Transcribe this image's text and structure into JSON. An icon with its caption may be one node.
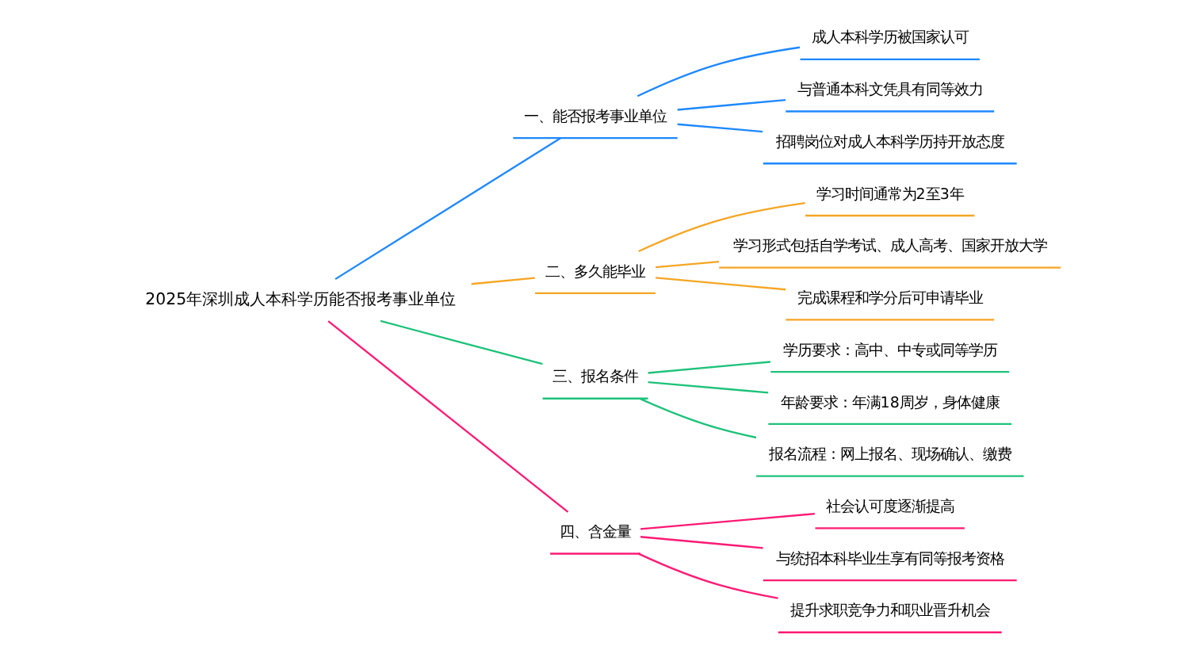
{
  "diagram": {
    "nodes": [
      {
        "text": [
          "2025年深圳成人本科学历能否报考事业单位"
        ]
      },
      {
        "text": [
          "一、能否报考事业单位"
        ]
      },
      {
        "text": [
          "成人本科学历被国家认可"
        ]
      },
      {
        "text": [
          "与普通本科文凭具有同等效力"
        ]
      },
      {
        "text": [
          "招聘岗位对成人本科学历持开放态度"
        ]
      },
      {
        "text": [
          "二、多久能毕业"
        ]
      },
      {
        "text": [
          "学习时间通常为2至3年"
        ]
      },
      {
        "text": [
          "学习形式包括自学考试、成人高考、国家开放大学"
        ]
      },
      {
        "text": [
          "完成课程和学分后可申请毕业"
        ]
      },
      {
        "text": [
          "三、报名条件"
        ]
      },
      {
        "text": [
          "学历要求：高中、中专或同等学历"
        ]
      },
      {
        "text": [
          "年龄要求：年满18周岁，身体健康"
        ]
      },
      {
        "text": [
          "报名流程：网上报名、现场确认、缴费"
        ]
      },
      {
        "text": [
          "四、含金量"
        ]
      },
      {
        "text": [
          "社会认可度逐渐提高"
        ]
      },
      {
        "text": [
          "与统招本科毕业生享有同等报考资格"
        ]
      },
      {
        "text": [
          "提升求职竞争力和职业晋升机会"
        ]
      }
    ],
    "edges": [
      {
        "from": 0,
        "to": 1,
        "arrow": "none",
        "color": "#1e88ff"
      },
      {
        "from": 1,
        "to": 2,
        "arrow": "none",
        "color": "#1e88ff"
      },
      {
        "from": 1,
        "to": 3,
        "arrow": "none",
        "color": "#1e88ff"
      },
      {
        "from": 1,
        "to": 4,
        "arrow": "none",
        "color": "#1e88ff"
      },
      {
        "from": 0,
        "to": 5,
        "arrow": "none",
        "color": "#f5a623"
      },
      {
        "from": 5,
        "to": 6,
        "arrow": "none",
        "color": "#f5a623"
      },
      {
        "from": 5,
        "to": 7,
        "arrow": "none",
        "color": "#f5a623"
      },
      {
        "from": 5,
        "to": 8,
        "arrow": "none",
        "color": "#f5a623"
      },
      {
        "from": 0,
        "to": 9,
        "arrow": "none",
        "color": "#1ec27a"
      },
      {
        "from": 9,
        "to": 10,
        "arrow": "none",
        "color": "#1ec27a"
      },
      {
        "from": 9,
        "to": 11,
        "arrow": "none",
        "color": "#1ec27a"
      },
      {
        "from": 9,
        "to": 12,
        "arrow": "none",
        "color": "#1ec27a"
      },
      {
        "from": 0,
        "to": 13,
        "arrow": "none",
        "color": "#ff1a75"
      },
      {
        "from": 13,
        "to": 14,
        "arrow": "none",
        "color": "#ff1a75"
      },
      {
        "from": 13,
        "to": 15,
        "arrow": "none",
        "color": "#ff1a75"
      },
      {
        "from": 13,
        "to": 16,
        "arrow": "none",
        "color": "#ff1a75"
      }
    ]
  }
}
